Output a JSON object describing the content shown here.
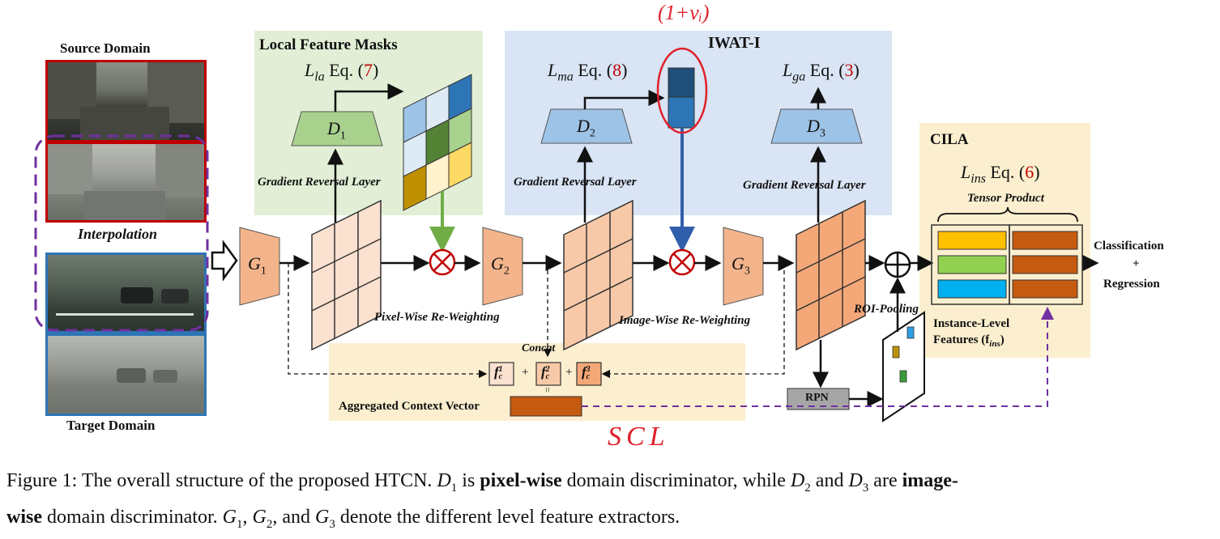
{
  "figure": {
    "source_domain_label": "Source Domain",
    "interpolation_label": "Interpolation",
    "target_domain_label": "Target Domain",
    "local_feature_masks_title": "Local Feature Masks",
    "iwat_title": "IWAT-I",
    "cila_title": "CILA",
    "loss_la": {
      "symbol": "L",
      "sub": "la",
      "eq": " Eq. (",
      "num": "7",
      "close": ")"
    },
    "loss_ma": {
      "symbol": "L",
      "sub": "ma",
      "eq": " Eq. (",
      "num": "8",
      "close": ")"
    },
    "loss_ga": {
      "symbol": "L",
      "sub": "ga",
      "eq": " Eq. (",
      "num": "3",
      "close": ")"
    },
    "loss_ins": {
      "symbol": "L",
      "sub": "ins",
      "eq": " Eq. (",
      "num": "6",
      "close": ")"
    },
    "d1": {
      "main": "D",
      "sub": "1"
    },
    "d2": {
      "main": "D",
      "sub": "2"
    },
    "d3": {
      "main": "D",
      "sub": "3"
    },
    "g1": {
      "main": "G",
      "sub": "1"
    },
    "g2": {
      "main": "G",
      "sub": "2"
    },
    "g3": {
      "main": "G",
      "sub": "3"
    },
    "grl_label": "Gradient Reversal Layer",
    "pixel_wise_label": "Pixel-Wise Re-Weighting",
    "image_wise_label": "Image-Wise Re-Weighting",
    "roi_pooling_label": "ROI-Pooling",
    "tensor_product_label": "Tensor Product",
    "instance_features_label_1": "Instance-Level",
    "instance_features_label_2": "Features (f",
    "instance_features_sub": "ins",
    "instance_features_close": ")",
    "output_label_1": "Classification",
    "output_label_2": "+",
    "output_label_3": "Regression",
    "concat_label": "Concat",
    "fc1": {
      "main": "f",
      "sub": "c",
      "sup": "1"
    },
    "fc2": {
      "main": "f",
      "sub": "c",
      "sup": "2"
    },
    "fc3": {
      "main": "f",
      "sub": "c",
      "sup": "3"
    },
    "plus": "+",
    "equals": "=",
    "context_vector_label": "Aggregated Context Vector",
    "rpn_label": "RPN",
    "handwriting_top": "(1+vᵢ)",
    "handwriting_bottom": "SCL",
    "colors": {
      "green_panel": "#e2efd6",
      "blue_panel": "#d9e4f4",
      "yellow_panel": "#fcefcf",
      "orange_block": "#f3b48c",
      "light_orange": "#fbe1d0",
      "dark_orange": "#c55a11",
      "green_disc": "#a9d18e",
      "blue_disc": "#9dc3e6",
      "red_border": "#c00000",
      "blue_border": "#2e75b6",
      "purple_dash": "#7030a0",
      "arrow_green": "#70ad47",
      "arrow_blue": "#2f5fab",
      "handwriting_red": "#e0202a"
    }
  },
  "caption": {
    "prefix": "Figure 1: The overall structure of the proposed HTCN. ",
    "d1": "D",
    "d1_sub": "1",
    "is": " is ",
    "pixel_wise": "pixel-wise",
    "while_text": " domain discriminator, while ",
    "d2": "D",
    "d2_sub": "2",
    "and_text": " and ",
    "d3": "D",
    "d3_sub": "3",
    "are_text": " are ",
    "image_part": "image-",
    "wise_part": "wise",
    "rest1": " domain discriminator. ",
    "g1": "G",
    "g1_sub": "1",
    "comma1": ", ",
    "g2": "G",
    "g2_sub": "2",
    "and2": ", and ",
    "g3": "G",
    "g3_sub": "3",
    "end": " denote the different level feature extractors."
  }
}
